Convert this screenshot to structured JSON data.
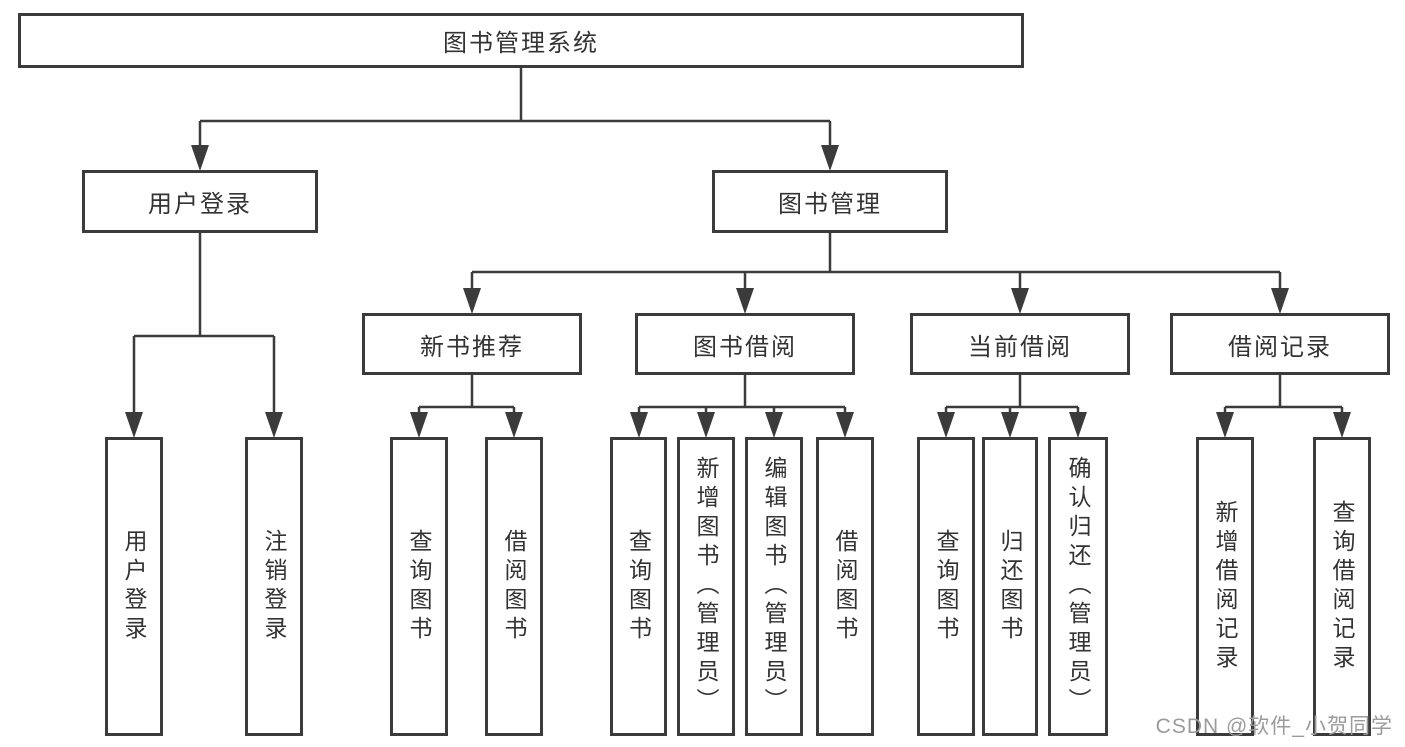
{
  "colors": {
    "line": "#3b3b3b",
    "box_border": "#3b3b3b",
    "text": "#333333",
    "watermark_text": "#9b9b9b",
    "background": "#ffffff"
  },
  "watermark": {
    "text": "CSDN @软件_小贺同学"
  },
  "nodes": {
    "root": "图书管理系统",
    "user_login": "用户登录",
    "book_mgmt": "图书管理",
    "new_book": "新书推荐",
    "book_borrow": "图书借阅",
    "current_borrow": "当前借阅",
    "borrow_records": "借阅记录",
    "ul_login": "用户登录",
    "ul_logout": "注销登录",
    "nb_query": "查询图书",
    "nb_borrow": "借阅图书",
    "bb_query": "查询图书",
    "bb_add": "新增图书（管理员）",
    "bb_edit": "编辑图书（管理员）",
    "bb_borrow": "借阅图书",
    "cb_query": "查询图书",
    "cb_return": "归还图书",
    "cb_confirm": "确认归还（管理员）",
    "br_add": "新增借阅记录",
    "br_query": "查询借阅记录"
  },
  "hierarchy": {
    "图书管理系统": {
      "用户登录": [
        "用户登录",
        "注销登录"
      ],
      "图书管理": {
        "新书推荐": [
          "查询图书",
          "借阅图书"
        ],
        "图书借阅": [
          "查询图书",
          "新增图书（管理员）",
          "编辑图书（管理员）",
          "借阅图书"
        ],
        "当前借阅": [
          "查询图书",
          "归还图书",
          "确认归还（管理员）"
        ],
        "借阅记录": [
          "新增借阅记录",
          "查询借阅记录"
        ]
      }
    }
  }
}
